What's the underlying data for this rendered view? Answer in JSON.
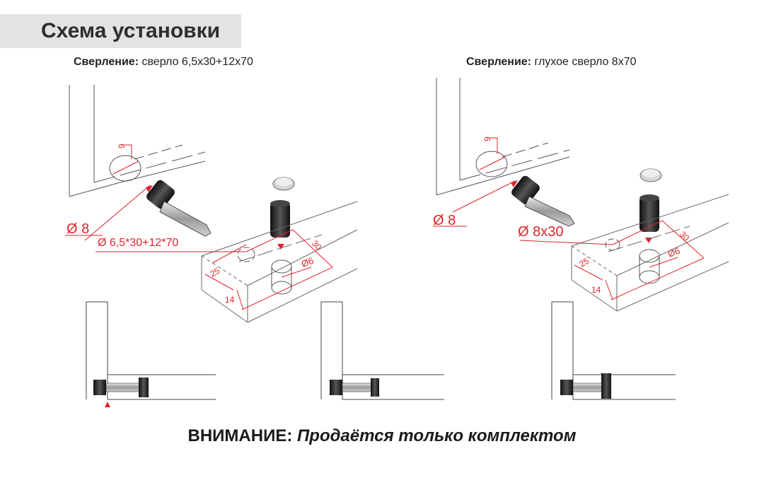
{
  "header": {
    "title": "Схема установки"
  },
  "left_scheme": {
    "drill_label": "Сверление:",
    "drill_value": "сверло 6,5х30+12х70",
    "dim_bore_diameter": "Ø 8",
    "dim_bore_depth": "9",
    "dim_drill": "Ø 6,5*30+12*70",
    "dim_edge": "25",
    "dim_offset": "14",
    "dim_hole_diameter": "Ø6",
    "dim_hole_depth": "30"
  },
  "right_scheme": {
    "drill_label": "Сверление:",
    "drill_value": "глухое сверло 8х70",
    "dim_bore_diameter": "Ø 8",
    "dim_bore_depth": "9",
    "dim_drill": "Ø 8x30",
    "dim_edge": "25",
    "dim_offset": "14",
    "dim_hole_diameter": "Ø6",
    "dim_hole_depth": "30"
  },
  "footer": {
    "warning_label": "ВНИМАНИЕ:",
    "warning_text": "Продаётся только комплектом"
  },
  "colors": {
    "dimension": "#e0242a",
    "line": "#555555",
    "title_bg": "#e3e3e3"
  }
}
